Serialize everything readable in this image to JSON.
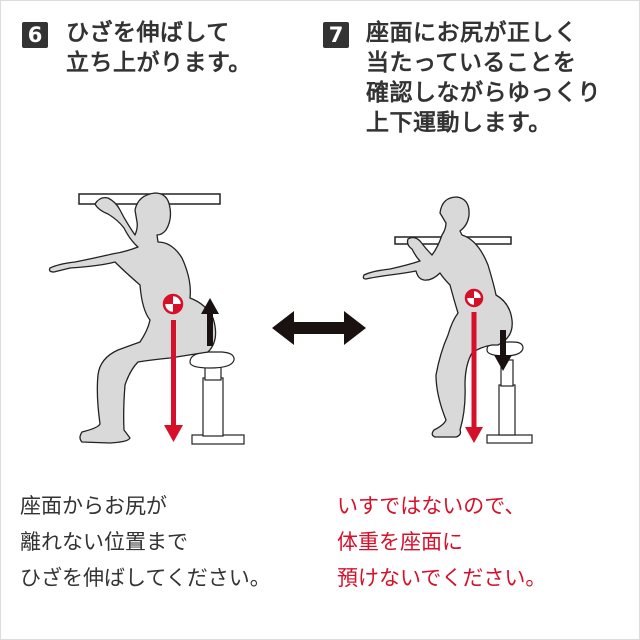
{
  "steps": [
    {
      "number": "6",
      "lines": [
        "ひざを伸ばして",
        "立ち上がります。"
      ]
    },
    {
      "number": "7",
      "lines": [
        "座面にお尻が正しく",
        "当たっていることを",
        "確認しながらゆっくり",
        "上下運動します。"
      ]
    }
  ],
  "captions": {
    "left": {
      "lines": [
        "座面からお尻が",
        "離れない位置まで",
        "ひざを伸ばしてください。"
      ],
      "color": "#333333"
    },
    "right": {
      "lines": [
        "いすではないので、",
        "体重を座面に",
        "預けないでください。"
      ],
      "color": "#d7102a"
    }
  },
  "illustrations": {
    "left": {
      "description": "person half-seated on stool, knees bent, holding bar",
      "center_of_gravity_icon": "target-marker",
      "down_arrow_color": "#d7102a",
      "up_arrow_color": "#1a1210"
    },
    "middle": {
      "icon": "double-arrow-horizontal",
      "color": "#1a1210"
    },
    "right": {
      "description": "person standing more upright touching stool",
      "center_of_gravity_icon": "target-marker",
      "down_arrow_color": "#d7102a",
      "stool_arrow_color": "#1a1210"
    }
  },
  "colors": {
    "text": "#333333",
    "accent_red": "#d7102a",
    "figure_fill": "#d9d9d9",
    "badge_bg": "#333333"
  }
}
